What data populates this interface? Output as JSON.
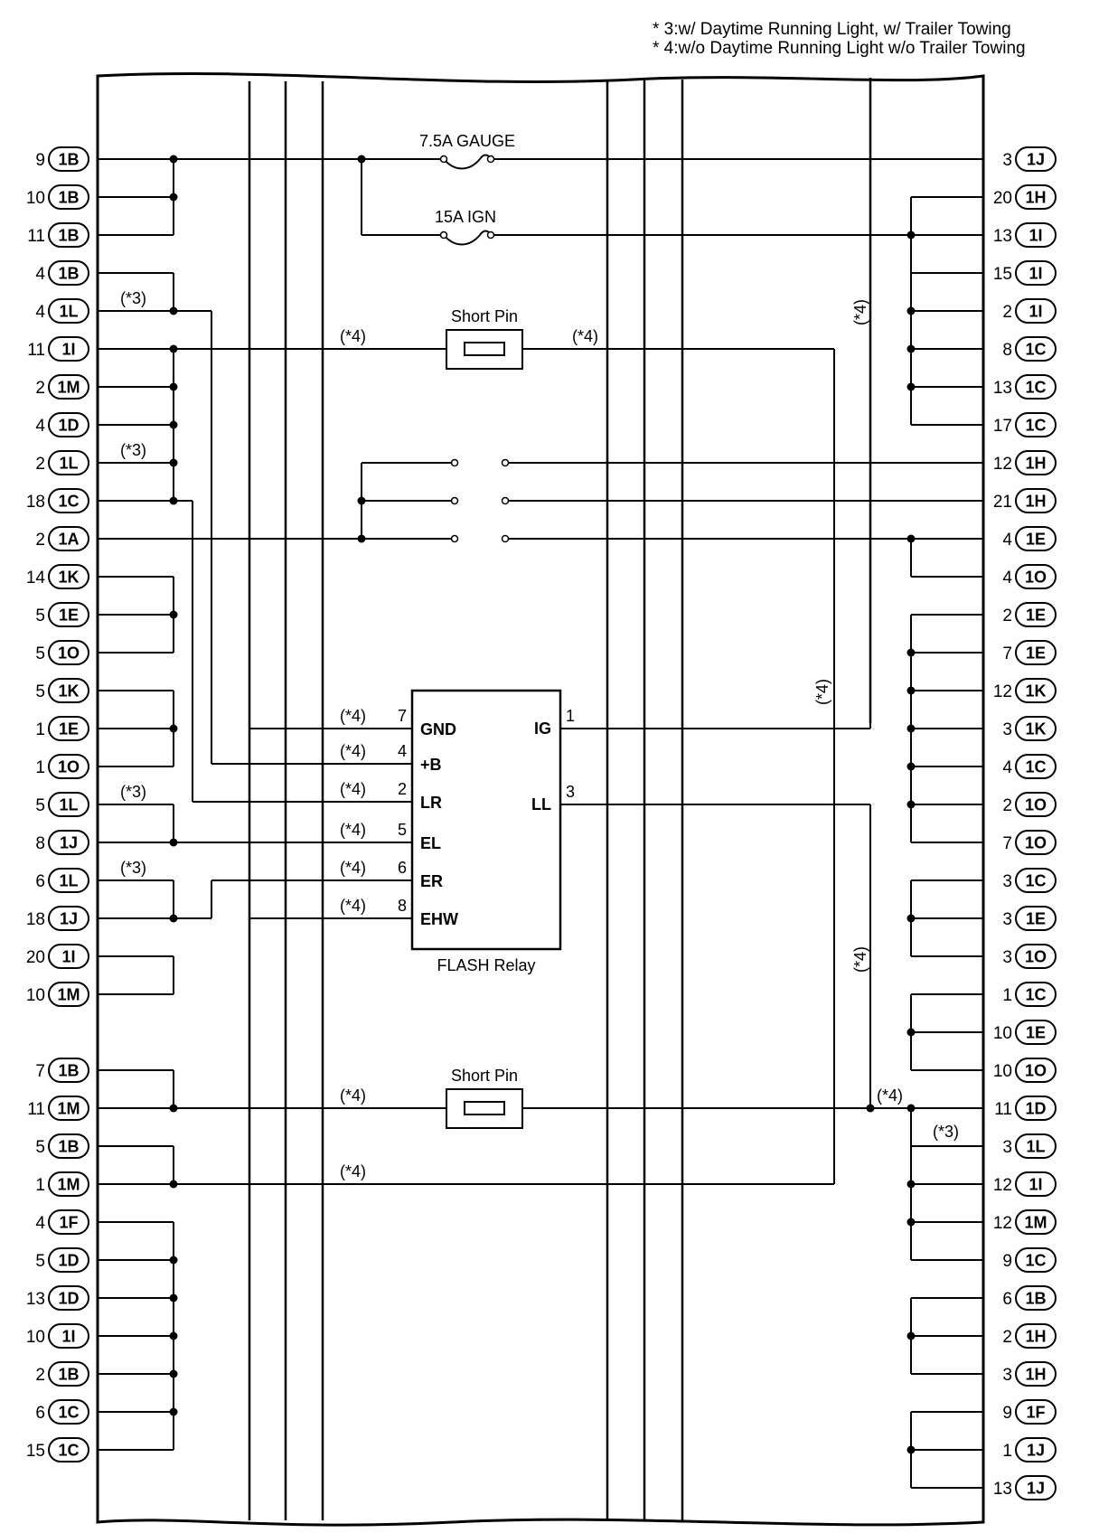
{
  "notes": [
    "* 3:w/ Daytime Running Light, w/ Trailer Towing",
    "* 4:w/o Daytime Running Light w/o Trailer Towing"
  ],
  "fuses": [
    {
      "label": "7.5A GAUGE"
    },
    {
      "label": "15A IGN"
    }
  ],
  "short_pins": [
    {
      "label": "Short Pin"
    },
    {
      "label": "Short Pin"
    }
  ],
  "relay": {
    "name": "FLASH Relay",
    "left_pins": [
      {
        "num": "7",
        "name": "GND",
        "cond": "(*4)"
      },
      {
        "num": "4",
        "name": "+B",
        "cond": "(*4)"
      },
      {
        "num": "2",
        "name": "LR",
        "cond": "(*4)"
      },
      {
        "num": "5",
        "name": "EL",
        "cond": "(*4)"
      },
      {
        "num": "6",
        "name": "ER",
        "cond": "(*4)"
      },
      {
        "num": "8",
        "name": "EHW",
        "cond": "(*4)"
      }
    ],
    "right_pins": [
      {
        "num": "1",
        "name": "IG"
      },
      {
        "num": "3",
        "name": "LL"
      }
    ]
  },
  "left_terminals": [
    {
      "pin": "9",
      "conn": "1B"
    },
    {
      "pin": "10",
      "conn": "1B"
    },
    {
      "pin": "11",
      "conn": "1B"
    },
    {
      "pin": "4",
      "conn": "1B"
    },
    {
      "pin": "4",
      "conn": "1L"
    },
    {
      "pin": "11",
      "conn": "1I"
    },
    {
      "pin": "2",
      "conn": "1M"
    },
    {
      "pin": "4",
      "conn": "1D"
    },
    {
      "pin": "2",
      "conn": "1L"
    },
    {
      "pin": "18",
      "conn": "1C"
    },
    {
      "pin": "2",
      "conn": "1A"
    },
    {
      "pin": "14",
      "conn": "1K"
    },
    {
      "pin": "5",
      "conn": "1E"
    },
    {
      "pin": "5",
      "conn": "1O"
    },
    {
      "pin": "5",
      "conn": "1K"
    },
    {
      "pin": "1",
      "conn": "1E"
    },
    {
      "pin": "1",
      "conn": "1O"
    },
    {
      "pin": "5",
      "conn": "1L"
    },
    {
      "pin": "8",
      "conn": "1J"
    },
    {
      "pin": "6",
      "conn": "1L"
    },
    {
      "pin": "18",
      "conn": "1J"
    },
    {
      "pin": "20",
      "conn": "1I"
    },
    {
      "pin": "10",
      "conn": "1M"
    },
    {
      "pin": "7",
      "conn": "1B"
    },
    {
      "pin": "11",
      "conn": "1M"
    },
    {
      "pin": "5",
      "conn": "1B"
    },
    {
      "pin": "1",
      "conn": "1M"
    },
    {
      "pin": "4",
      "conn": "1F"
    },
    {
      "pin": "5",
      "conn": "1D"
    },
    {
      "pin": "13",
      "conn": "1D"
    },
    {
      "pin": "10",
      "conn": "1I"
    },
    {
      "pin": "2",
      "conn": "1B"
    },
    {
      "pin": "6",
      "conn": "1C"
    },
    {
      "pin": "15",
      "conn": "1C"
    }
  ],
  "right_terminals": [
    {
      "pin": "3",
      "conn": "1J"
    },
    {
      "pin": "20",
      "conn": "1H"
    },
    {
      "pin": "13",
      "conn": "1I"
    },
    {
      "pin": "15",
      "conn": "1I"
    },
    {
      "pin": "2",
      "conn": "1I"
    },
    {
      "pin": "8",
      "conn": "1C"
    },
    {
      "pin": "13",
      "conn": "1C"
    },
    {
      "pin": "17",
      "conn": "1C"
    },
    {
      "pin": "12",
      "conn": "1H"
    },
    {
      "pin": "21",
      "conn": "1H"
    },
    {
      "pin": "4",
      "conn": "1E"
    },
    {
      "pin": "4",
      "conn": "1O"
    },
    {
      "pin": "2",
      "conn": "1E"
    },
    {
      "pin": "7",
      "conn": "1E"
    },
    {
      "pin": "12",
      "conn": "1K"
    },
    {
      "pin": "3",
      "conn": "1K"
    },
    {
      "pin": "4",
      "conn": "1C"
    },
    {
      "pin": "2",
      "conn": "1O"
    },
    {
      "pin": "7",
      "conn": "1O"
    },
    {
      "pin": "3",
      "conn": "1C"
    },
    {
      "pin": "3",
      "conn": "1E"
    },
    {
      "pin": "3",
      "conn": "1O"
    },
    {
      "pin": "1",
      "conn": "1C"
    },
    {
      "pin": "10",
      "conn": "1E"
    },
    {
      "pin": "10",
      "conn": "1O"
    },
    {
      "pin": "11",
      "conn": "1D"
    },
    {
      "pin": "3",
      "conn": "1L"
    },
    {
      "pin": "12",
      "conn": "1I"
    },
    {
      "pin": "12",
      "conn": "1M"
    },
    {
      "pin": "9",
      "conn": "1C"
    },
    {
      "pin": "6",
      "conn": "1B"
    },
    {
      "pin": "2",
      "conn": "1H"
    },
    {
      "pin": "3",
      "conn": "1H"
    },
    {
      "pin": "9",
      "conn": "1F"
    },
    {
      "pin": "1",
      "conn": "1J"
    },
    {
      "pin": "13",
      "conn": "1J"
    }
  ],
  "conditions": [
    {
      "id": "c3a",
      "text": "(*3)"
    },
    {
      "id": "c3b",
      "text": "(*3)"
    },
    {
      "id": "c3c",
      "text": "(*3)"
    },
    {
      "id": "c3d",
      "text": "(*3)"
    },
    {
      "id": "c3e",
      "text": "(*3)"
    },
    {
      "id": "c4a",
      "text": "(*4)"
    },
    {
      "id": "c4b",
      "text": "(*4)"
    },
    {
      "id": "c4c",
      "text": "(*4)"
    },
    {
      "id": "c4d",
      "text": "(*4)"
    },
    {
      "id": "c4e",
      "text": "(*4)"
    },
    {
      "id": "c4f",
      "text": "(*4)"
    },
    {
      "id": "c4v1",
      "text": "(*4)"
    },
    {
      "id": "c4v2",
      "text": "(*4)"
    },
    {
      "id": "c4v3",
      "text": "(*4)"
    },
    {
      "id": "c4g",
      "text": "(*4)"
    }
  ]
}
